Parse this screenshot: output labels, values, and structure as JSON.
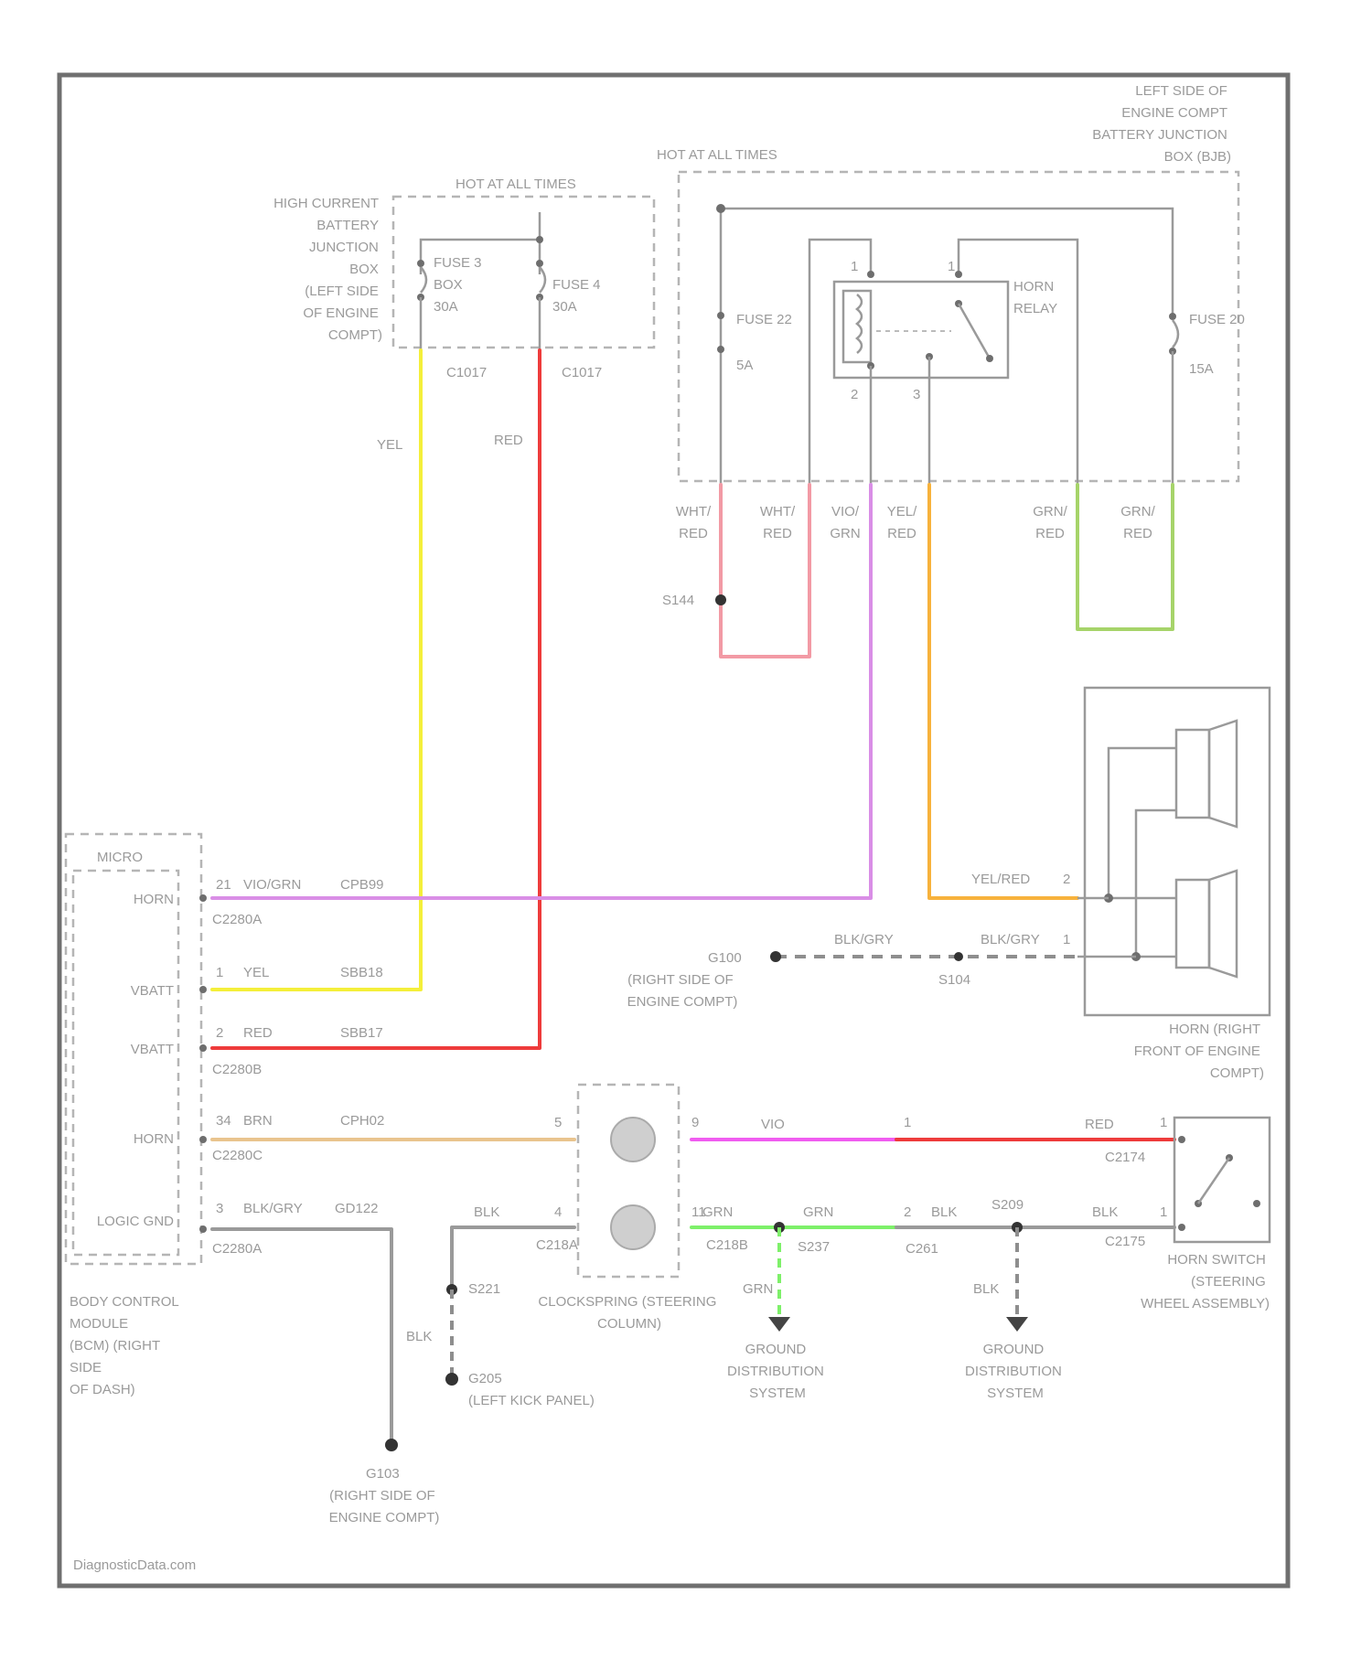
{
  "colors": {
    "yel": "#f4ef3a",
    "red": "#ee3b3b",
    "violet": "#d98ee6",
    "orange": "#f7b23c",
    "pink": "#f29aa5",
    "green": "#a6d46a",
    "lightgreen": "#7ef06a",
    "magenta": "#f05cf0",
    "tan": "#e9c48e",
    "gray": "#9a9a9a"
  },
  "top": {
    "hot_left": "HOT AT ALL TIMES",
    "hot_right": "HOT AT ALL TIMES",
    "hcbj_lines": [
      "HIGH CURRENT",
      "BATTERY",
      "JUNCTION",
      "BOX",
      "(LEFT SIDE",
      "OF ENGINE",
      "COMPT)"
    ],
    "fuse_a_lines": [
      "FUSE 3",
      "BOX",
      "30A"
    ],
    "fuse_b_lines": [
      "FUSE 4",
      "30A"
    ],
    "c1017_left": "C1017",
    "c1017_right": "C1017",
    "bjb_lines": [
      "LEFT SIDE OF",
      "ENGINE COMPT",
      "BATTERY JUNCTION",
      "BOX (BJB)"
    ],
    "fuse22": "FUSE 22",
    "fuse22_amp": "5A",
    "fuse20": "FUSE 20",
    "fuse20_amp": "15A",
    "relay_lines": [
      "HORN",
      "RELAY"
    ],
    "wire_yel": "YEL",
    "wire_red": "RED",
    "wires_below_bjb": [
      [
        "WHT/",
        "RED"
      ],
      [
        "WHT/",
        "RED"
      ],
      [
        "VIO/",
        "GRN"
      ],
      [
        "YEL/",
        "RED"
      ],
      [
        "GRN/",
        "RED"
      ],
      [
        "GRN/",
        "RED"
      ]
    ],
    "splice_s144": "S144"
  },
  "bcm": {
    "micro": "MICRO",
    "pins": [
      {
        "name": "HORN",
        "num": "21",
        "color": "VIO/GRN",
        "circuit": "CPB99",
        "conn": "C2280A"
      },
      {
        "name": "VBATT",
        "num": "1",
        "color": "YEL",
        "circuit": "SBB18",
        "conn": ""
      },
      {
        "name": "VBATT",
        "num": "2",
        "color": "RED",
        "circuit": "SBB17",
        "conn": "C2280B"
      },
      {
        "name": "HORN",
        "num": "34",
        "color": "BRN",
        "circuit": "CPH02",
        "conn": "C2280C"
      },
      {
        "name": "LOGIC GND",
        "num": "3",
        "color": "BLK/GRY",
        "circuit": "GD122",
        "conn": "C2280A"
      }
    ],
    "module_lines": [
      "BODY CONTROL",
      "MODULE",
      "(BCM) (RIGHT",
      "SIDE",
      "OF DASH)"
    ]
  },
  "horn": {
    "pin2": "2",
    "pin1": "1",
    "wire_pin2": "YEL/RED",
    "wire_pin1": "BLK/GRY",
    "wire_g": "BLK/GRY",
    "g100": "G100",
    "g100_lines": [
      "(RIGHT SIDE OF",
      "ENGINE COMPT)"
    ],
    "s104": "S104",
    "label_lines": [
      "HORN (RIGHT",
      "FRONT OF ENGINE",
      "COMPT)"
    ]
  },
  "clockspring": {
    "pin5": "5",
    "pin4": "4",
    "pin9": "9",
    "pin11": "11",
    "wire_vio": "VIO",
    "wire_red": "RED",
    "wire_grn1": "GRN",
    "wire_grn2": "GRN",
    "wire_blk1": "BLK",
    "wire_blk2": "BLK",
    "wire_blk3": "BLK",
    "wire_blk4": "BLK",
    "wire_grn3": "GRN",
    "c218a": "C218A",
    "c218b": "C218B",
    "c2174": "C2174",
    "c2175": "C2175",
    "c261": "C261",
    "s237": "S237",
    "s209": "S209",
    "s221": "S221",
    "g205": "G205",
    "g205_lines": [
      "(LEFT KICK PANEL)"
    ],
    "pin_c1": "1",
    "pin_c2": "2",
    "pin_sw1": "1",
    "pin_sw2": "1",
    "label_lines": [
      "CLOCKSPRING (STEERING",
      "COLUMN)"
    ],
    "switch_lines": [
      "HORN SWITCH",
      "(STEERING",
      "WHEEL ASSEMBLY)"
    ],
    "gds1_lines": [
      "GROUND",
      "DISTRIBUTION",
      "SYSTEM"
    ],
    "gds2_lines": [
      "GROUND",
      "DISTRIBUTION",
      "SYSTEM"
    ],
    "g103": "G103",
    "g103_lines": [
      "(RIGHT SIDE OF",
      "ENGINE COMPT)"
    ]
  },
  "footer": {
    "watermark": "DiagnosticData.com"
  }
}
